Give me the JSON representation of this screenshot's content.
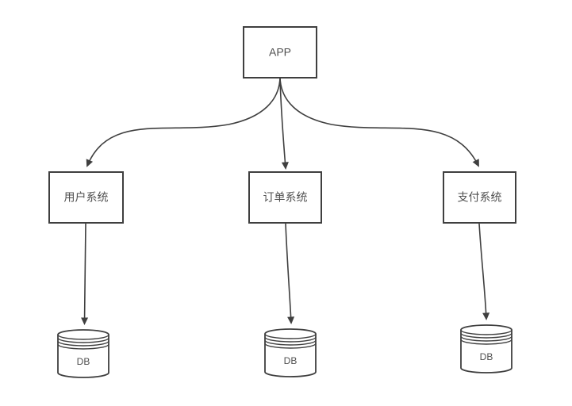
{
  "page": {
    "background": "#ffffff"
  },
  "diagram": {
    "type": "architecture-flowchart",
    "colors": {
      "background": "#ffffff",
      "stroke": "#3f3f3f",
      "nodeFill": "#ffffff",
      "text": "#4f4f4f"
    },
    "nodes": {
      "app": {
        "label": "APP",
        "shape": "rectangle"
      },
      "user_system": {
        "label": "用户系统",
        "shape": "rectangle"
      },
      "order_system": {
        "label": "订单系统",
        "shape": "rectangle"
      },
      "payment_system": {
        "label": "支付系统",
        "shape": "rectangle"
      },
      "user_db": {
        "label": "DB",
        "shape": "database-cylinder"
      },
      "order_db": {
        "label": "DB",
        "shape": "database-cylinder"
      },
      "payment_db": {
        "label": "DB",
        "shape": "database-cylinder"
      }
    },
    "edges": [
      {
        "from": "APP",
        "to": "用户系统",
        "style": "curved-arrow"
      },
      {
        "from": "APP",
        "to": "订单系统",
        "style": "straight-arrow"
      },
      {
        "from": "APP",
        "to": "支付系统",
        "style": "curved-arrow"
      },
      {
        "from": "用户系统",
        "to": "DB",
        "style": "straight-arrow"
      },
      {
        "from": "订单系统",
        "to": "DB",
        "style": "straight-arrow"
      },
      {
        "from": "支付系统",
        "to": "DB",
        "style": "straight-arrow"
      }
    ]
  }
}
